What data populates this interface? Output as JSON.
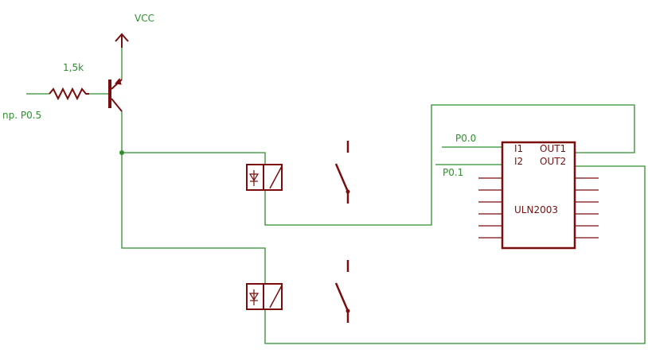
{
  "colors": {
    "wire": "#2f8f2f",
    "component": "#7a0d0d",
    "background": "#ffffff"
  },
  "labels": {
    "vcc": "VCC",
    "resistor_value": "1,5k",
    "input": "np. P0.5",
    "p00": "P0.0",
    "p01": "P0.1",
    "ic_name": "ULN2003",
    "pin_i1": "I1",
    "pin_i2": "I2",
    "pin_out1": "OUT1",
    "pin_out2": "OUT2"
  }
}
